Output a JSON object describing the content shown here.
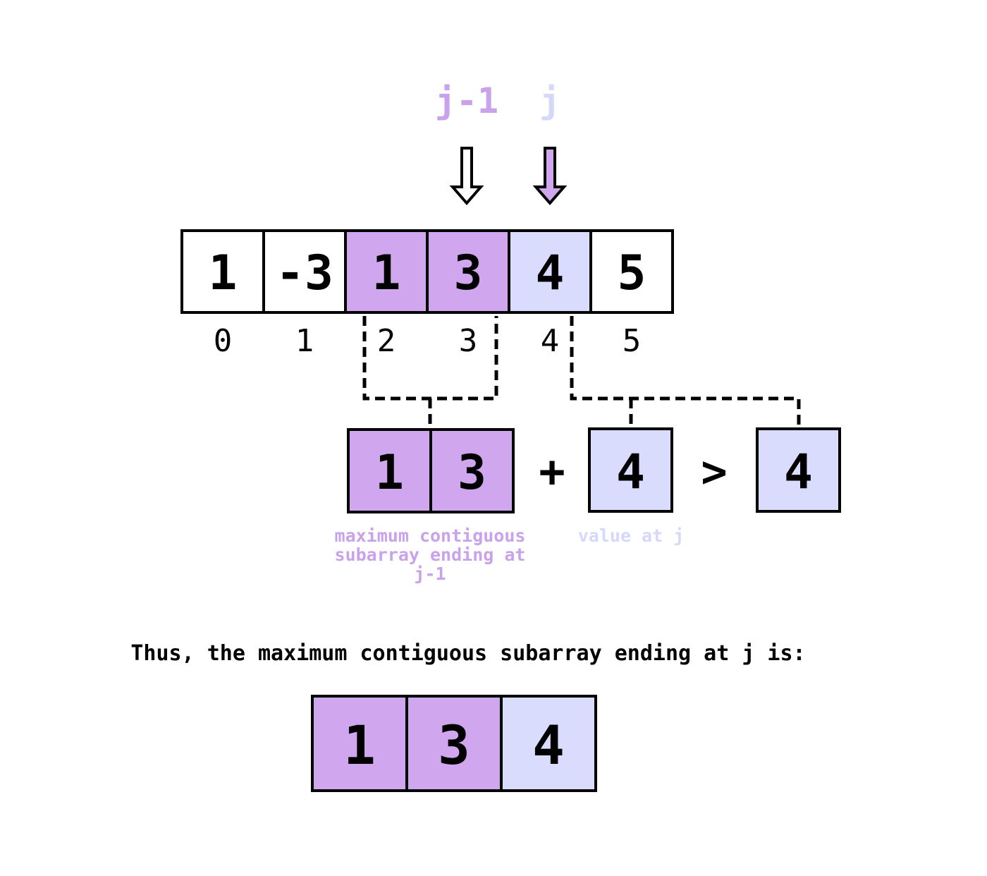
{
  "colors": {
    "purple": "#d0a6ee",
    "lavender": "#dadcfd",
    "white": "#ffffff",
    "border": "#000000",
    "purple_text": "#c9a2ec",
    "lavender_text": "#d6d8fb"
  },
  "pointers": {
    "prev": "j-1",
    "curr": "j"
  },
  "array": {
    "values": [
      "1",
      "-3",
      "1",
      "3",
      "4",
      "5"
    ],
    "indices": [
      "0",
      "1",
      "2",
      "3",
      "4",
      "5"
    ],
    "highlight": [
      "none",
      "none",
      "purple",
      "purple",
      "lavender",
      "none"
    ]
  },
  "comparison": {
    "left_values": [
      "1",
      "3"
    ],
    "plus": "+",
    "middle_value": "4",
    "greater": ">",
    "right_value": "4"
  },
  "captions": {
    "left_lines": [
      "maximum contiguous",
      "subarray ending at",
      "j-1"
    ],
    "middle": "value at j"
  },
  "conclusion": "Thus, the maximum contiguous subarray ending at j is:",
  "result": {
    "values": [
      "1",
      "3",
      "4"
    ],
    "highlight": [
      "purple",
      "purple",
      "lavender"
    ]
  }
}
